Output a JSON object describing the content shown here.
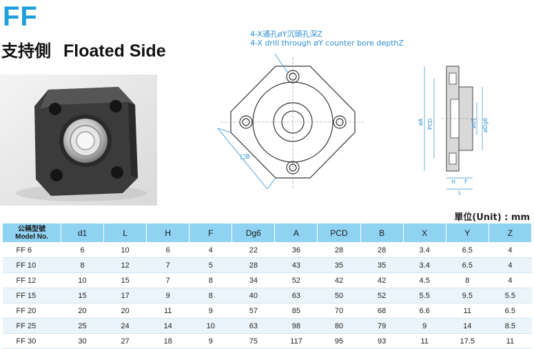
{
  "header": {
    "code": "FF",
    "subtitle_zh": "支持側",
    "subtitle_en": "Floated Side"
  },
  "drawing": {
    "note_zh": "4-X通孔øY沉頭孔深Z",
    "note_en": "4-X drill through øY counter bore depthZ",
    "label_b": "□B",
    "label_a": "øA",
    "label_pcd": "PCD",
    "label_d1": "ød1",
    "label_dg6": "øDg6",
    "label_h": "H",
    "label_f": "F",
    "label_l": "L"
  },
  "unit_label": "單位(Unit) : mm",
  "table": {
    "model_header_zh": "公稱型號",
    "model_header_en": "Model No.",
    "columns": [
      "d1",
      "L",
      "H",
      "F",
      "Dg6",
      "A",
      "PCD",
      "B",
      "X",
      "Y",
      "Z"
    ],
    "rows": [
      [
        "FF 6",
        "6",
        "10",
        "6",
        "4",
        "22",
        "36",
        "28",
        "28",
        "3.4",
        "6.5",
        "4"
      ],
      [
        "FF 10",
        "8",
        "12",
        "7",
        "5",
        "28",
        "43",
        "35",
        "35",
        "3.4",
        "6.5",
        "4"
      ],
      [
        "FF 12",
        "10",
        "15",
        "7",
        "8",
        "34",
        "52",
        "42",
        "42",
        "4.5",
        "8",
        "4"
      ],
      [
        "FF 15",
        "15",
        "17",
        "9",
        "8",
        "40",
        "63",
        "50",
        "52",
        "5.5",
        "9.5",
        "5.5"
      ],
      [
        "FF 20",
        "20",
        "20",
        "11",
        "9",
        "57",
        "85",
        "70",
        "68",
        "6.6",
        "11",
        "6.5"
      ],
      [
        "FF 25",
        "25",
        "24",
        "14",
        "10",
        "63",
        "98",
        "80",
        "79",
        "9",
        "14",
        "8.5"
      ],
      [
        "FF 30",
        "30",
        "27",
        "18",
        "9",
        "75",
        "117",
        "95",
        "93",
        "11",
        "17.5",
        "11"
      ]
    ]
  },
  "colors": {
    "accent": "#1ea0dc",
    "header_bg": "#8fd2f2",
    "note": "#2f8fd6"
  }
}
